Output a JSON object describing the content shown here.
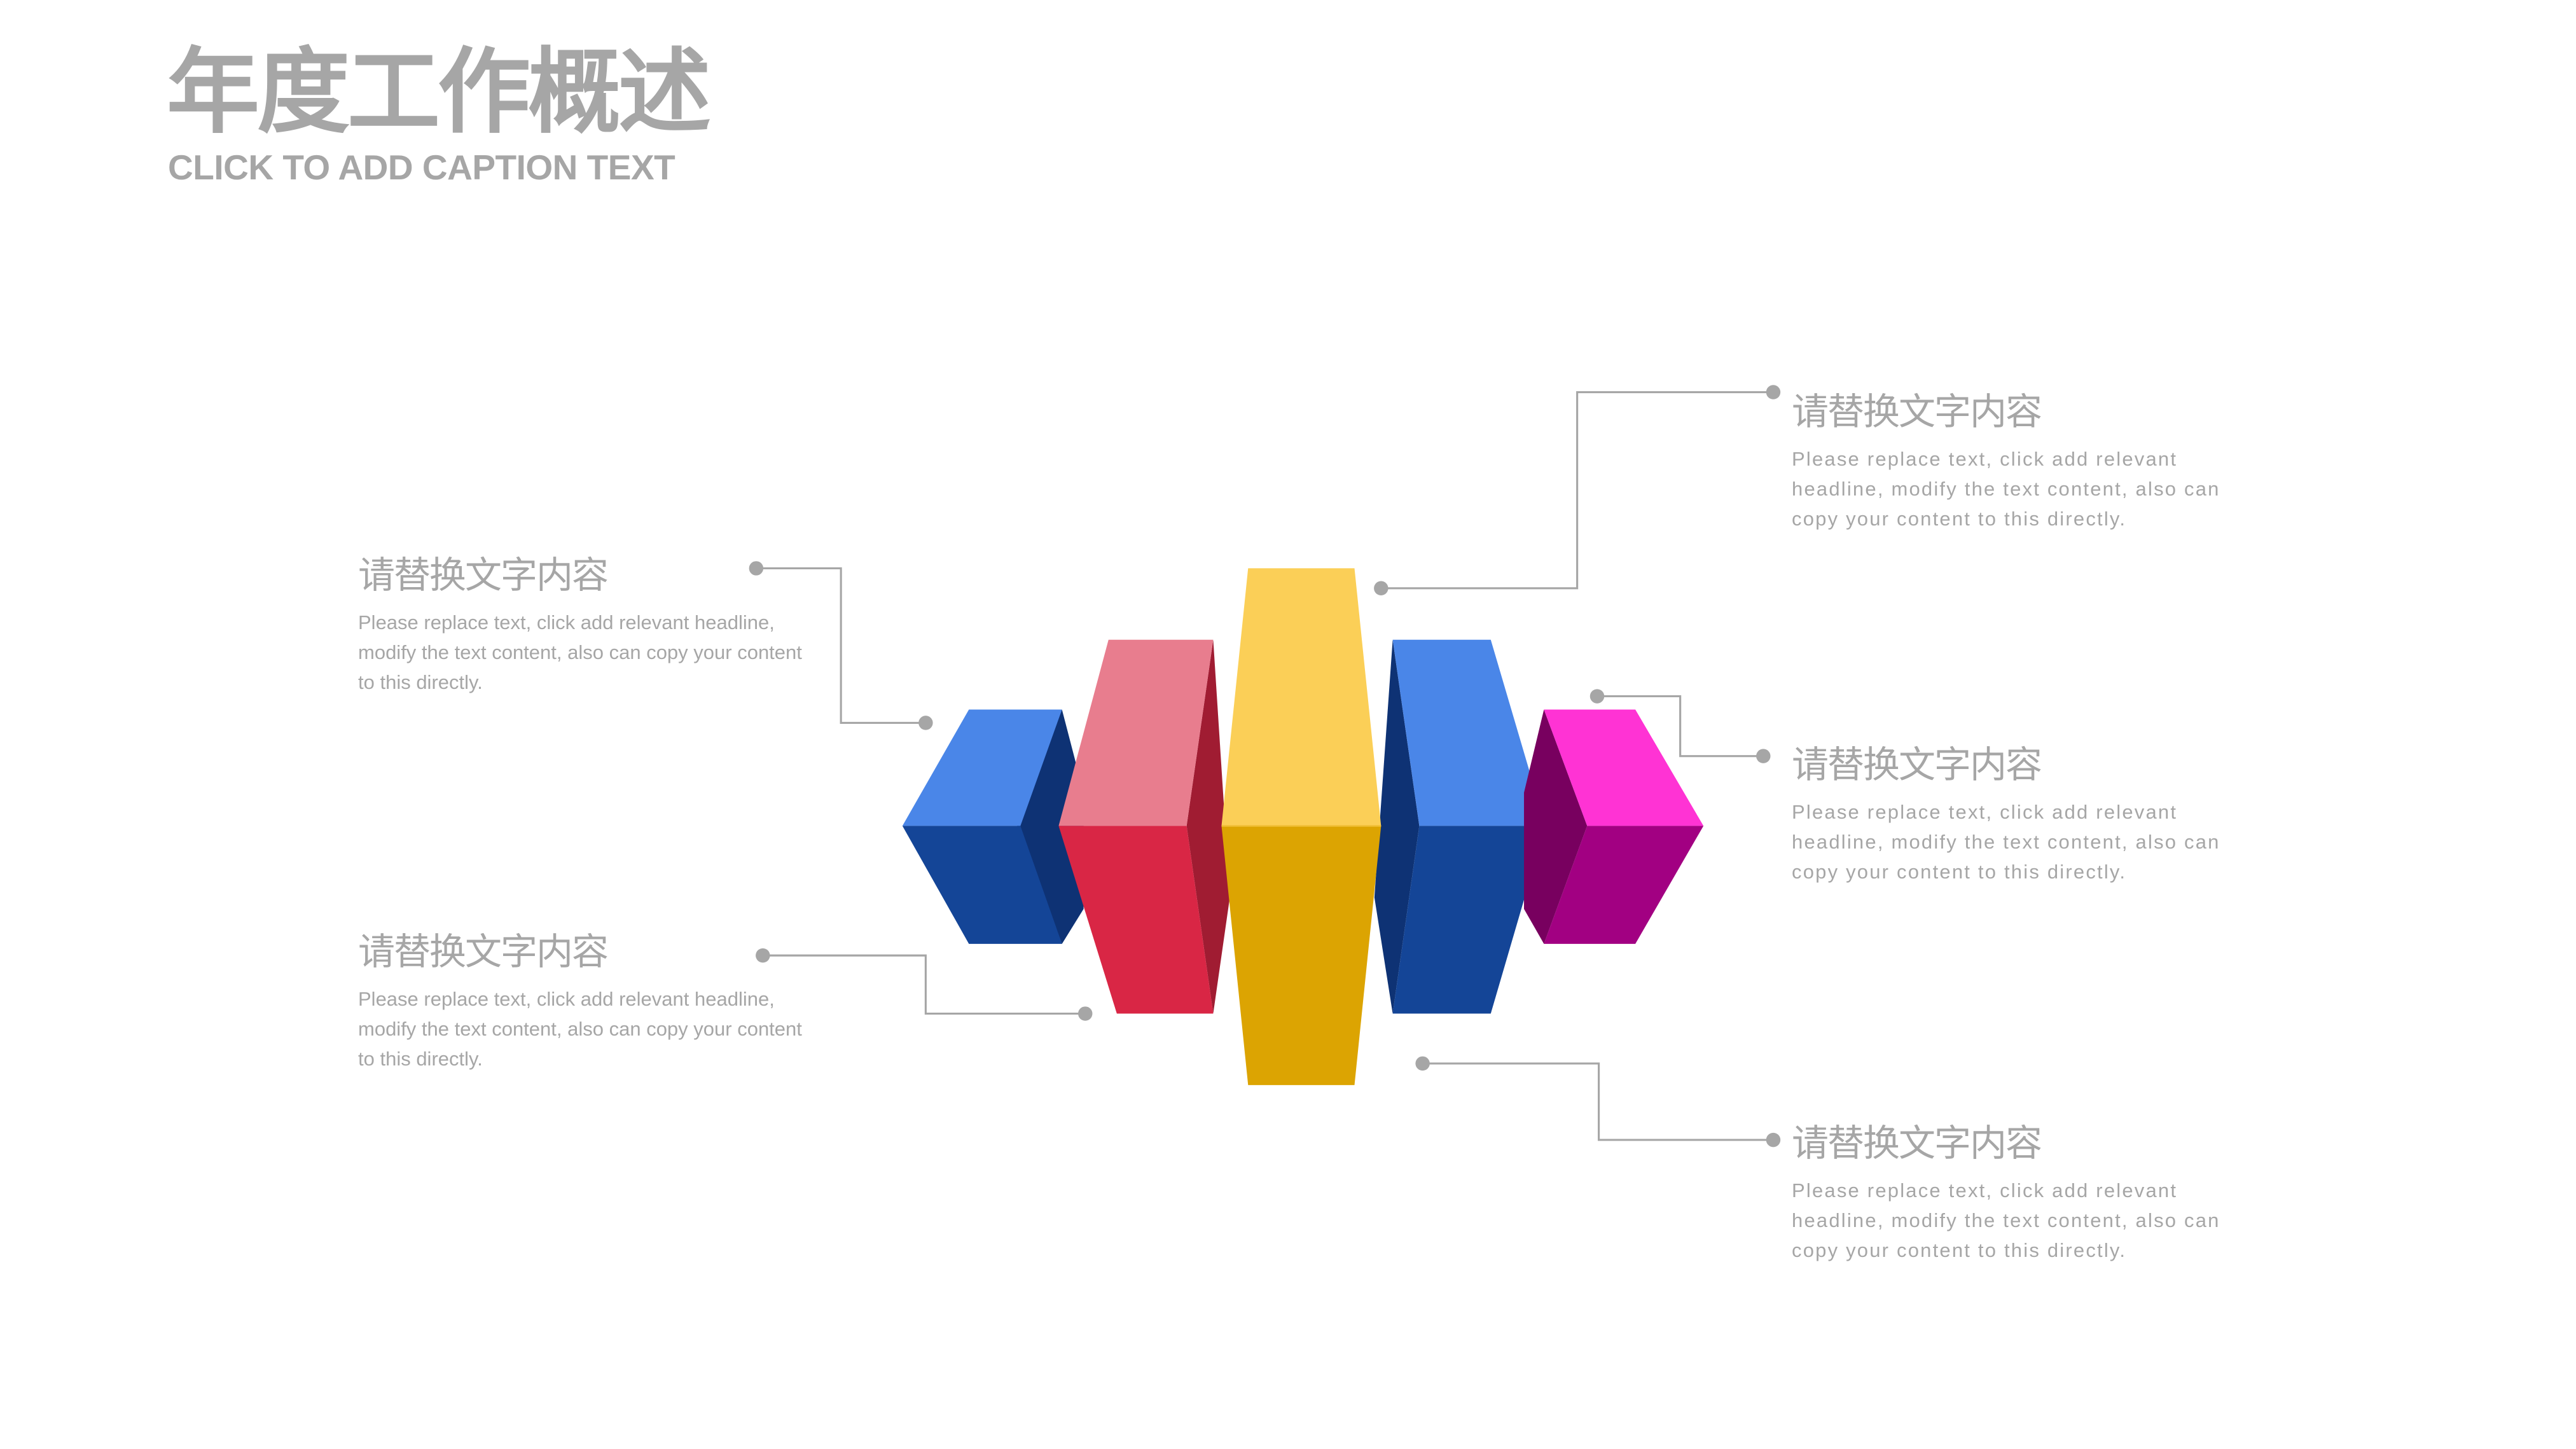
{
  "header": {
    "title": "年度工作概述",
    "subtitle": "CLICK TO ADD CAPTION TEXT"
  },
  "colors": {
    "text_gray": "#a6a6a6",
    "connector_gray": "#a6a6a6",
    "blue_top": "#4a86e8",
    "blue_front": "#144597",
    "blue_side": "#0e3274",
    "red_top": "#e87d8e",
    "red_front": "#d92645",
    "red_side": "#a01c32",
    "yellow_top": "#fbcf57",
    "yellow_front": "#dca402",
    "magenta_top": "#ff33d4",
    "magenta_front": "#a20082",
    "magenta_side": "#78005f"
  },
  "text_blocks": [
    {
      "id": "left-top",
      "heading": "请替换文字内容",
      "body": "Please replace text, click add relevant headline, modify the text content, also can copy your content to this directly."
    },
    {
      "id": "left-bottom",
      "heading": "请替换文字内容",
      "body": "Please replace text, click add relevant headline, modify the text content, also can copy your content to this directly."
    },
    {
      "id": "right-top",
      "heading": "请替换文字内容",
      "body": "Please replace text, click add relevant headline, modify the text content, also can copy your content to this directly."
    },
    {
      "id": "right-middle",
      "heading": "请替换文字内容",
      "body": "Please replace text, click add relevant headline, modify the text content, also can copy your content to this directly."
    },
    {
      "id": "right-bottom",
      "heading": "请替换文字内容",
      "body": "Please replace text, click add relevant headline, modify the text content, also can copy your content to this directly."
    }
  ]
}
